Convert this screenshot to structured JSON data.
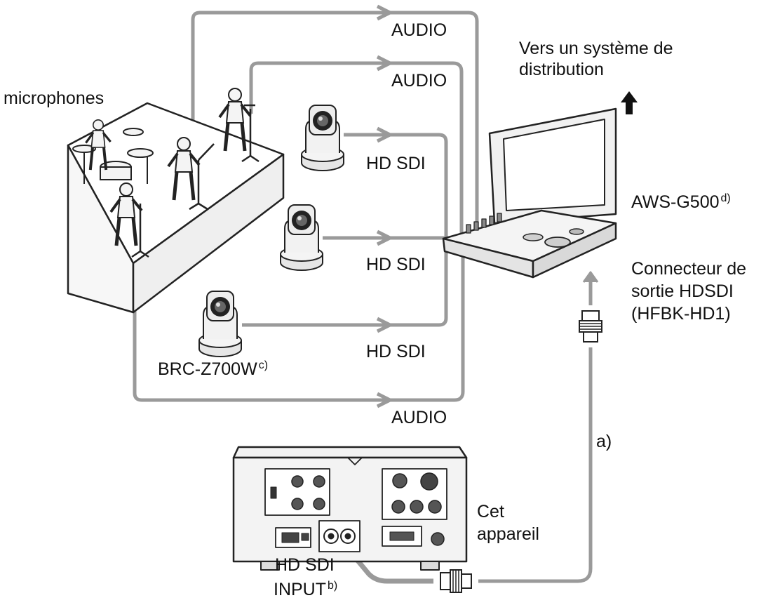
{
  "labels": {
    "audio_1": "AUDIO",
    "audio_2": "AUDIO",
    "audio_3": "AUDIO",
    "microphones": "microphones",
    "hdsdi_1": "HD SDI",
    "hdsdi_2": "HD SDI",
    "hdsdi_3": "HD SDI",
    "distribution_line1": "Vers un système de",
    "distribution_line2": "distribution",
    "switcher_model": "AWS-G500",
    "switcher_note": "d)",
    "connector_line1": "Connecteur de",
    "connector_line2": "sortie HDSDI",
    "connector_line3": "(HFBK-HD1)",
    "camera_model": "BRC-Z700W",
    "camera_note": "c)",
    "cable_note": "a)",
    "device_line1": "Cet",
    "device_line2": "appareil",
    "input_line1": "HD SDI",
    "input_line2": "INPUT",
    "input_note": "b)"
  },
  "colors": {
    "line": "#9a9a9a",
    "ink": "#111111",
    "device_fill": "#f3f3f3",
    "stage_fill": "#ffffff"
  },
  "icons": {
    "arrow": "up-arrow-icon",
    "camera": "ptz-camera-icon",
    "switcher": "switcher-laptop-icon",
    "recorder": "recorder-device-icon",
    "plug": "bnc-connector-icon"
  }
}
